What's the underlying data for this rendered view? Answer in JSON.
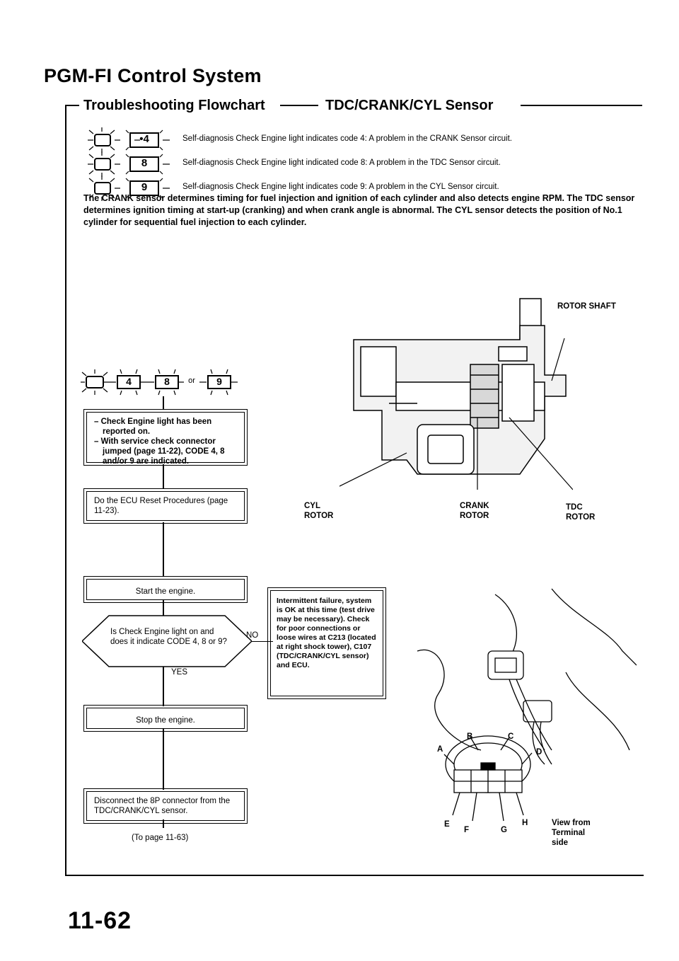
{
  "title": "PGM-FI Control System",
  "subtitle_left": "Troubleshooting Flowchart",
  "subtitle_right": "TDC/CRANK/CYL Sensor",
  "codes": [
    {
      "code": "•4",
      "text": "Self-diagnosis Check Engine light indicates code 4: A problem in the CRANK Sensor circuit."
    },
    {
      "code": "8",
      "text": "Self-diagnosis Check Engine light indicated code 8: A problem in the TDC Sensor circuit."
    },
    {
      "code": "9",
      "text": "Self-diagnosis Check Engine light indicates code 9: A problem in the CYL Sensor circuit."
    }
  ],
  "intro": "The CRANK sensor determines timing for fuel injection and ignition of each cylinder and also detects engine RPM. The TDC sensor determines ignition timing at start-up (cranking) and when crank angle is abnormal. The CYL sensor detects the position of No.1 cylinder for sequential fuel injection to each cylinder.",
  "combo": {
    "codes": [
      "4",
      "8",
      "9"
    ],
    "or": "or"
  },
  "flow": {
    "box1_line1": "– Check Engine light has been reported on.",
    "box1_line2": "– With service check connector jumped (page 11-22), CODE 4, 8 and/or 9 are indicated.",
    "box2": "Do the ECU Reset Procedures (page 11-23).",
    "box3": "Start the engine.",
    "decision": "Is Check Engine light on and does it indicate CODE 4, 8 or 9?",
    "no": "NO",
    "yes": "YES",
    "box4": "Stop the engine.",
    "box5": "Disconnect the 8P connector from the TDC/CRANK/CYL sensor.",
    "side_box": "Intermittent failure, system is OK at this time (test drive may be necessary). Check for poor connections or loose wires at C213 (located at right shock tower), C107 (TDC/CRANK/CYL sensor) and ECU.",
    "to_page": "(To page 11-63)"
  },
  "diagram_labels": {
    "rotor_shaft": "ROTOR SHAFT",
    "cyl_rotor": "CYL ROTOR",
    "crank_rotor": "CRANK ROTOR",
    "tdc_rotor": "TDC ROTOR"
  },
  "connector": {
    "pins": [
      "A",
      "B",
      "C",
      "D",
      "E",
      "F",
      "G",
      "H"
    ],
    "view_label": "View from Terminal side"
  },
  "page_number": "11-62"
}
